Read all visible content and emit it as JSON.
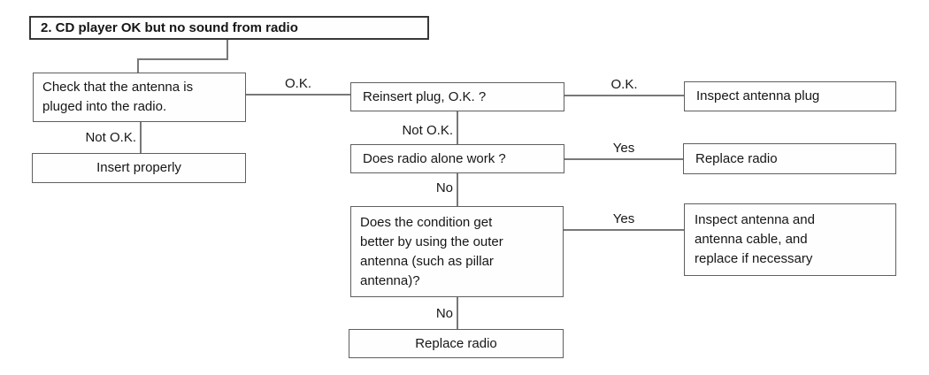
{
  "colors": {
    "background": "#ffffff",
    "box_border": "#5f5f5f",
    "title_border": "#383838",
    "connector": "#787878",
    "text": "#161616"
  },
  "flowchart": {
    "title": "2. CD player OK but no sound from radio",
    "edge_labels": {
      "ok": "O.K.",
      "not_ok": "Not O.K.",
      "yes": "Yes",
      "no": "No"
    },
    "nodes": {
      "check_antenna": "Check that the antenna is\npluged into the radio.",
      "insert_properly": "Insert properly",
      "reinsert_plug": "Reinsert plug, O.K. ?",
      "inspect_plug": "Inspect antenna plug",
      "radio_alone": "Does radio alone work ?",
      "replace_radio_right": "Replace radio",
      "outer_antenna": "Does the condition get\nbetter by using the outer\nantenna (such as pillar\nantenna)?",
      "inspect_cable": "Inspect antenna and\nantenna cable, and\nreplace if necessary",
      "replace_radio_bottom": "Replace radio"
    }
  }
}
